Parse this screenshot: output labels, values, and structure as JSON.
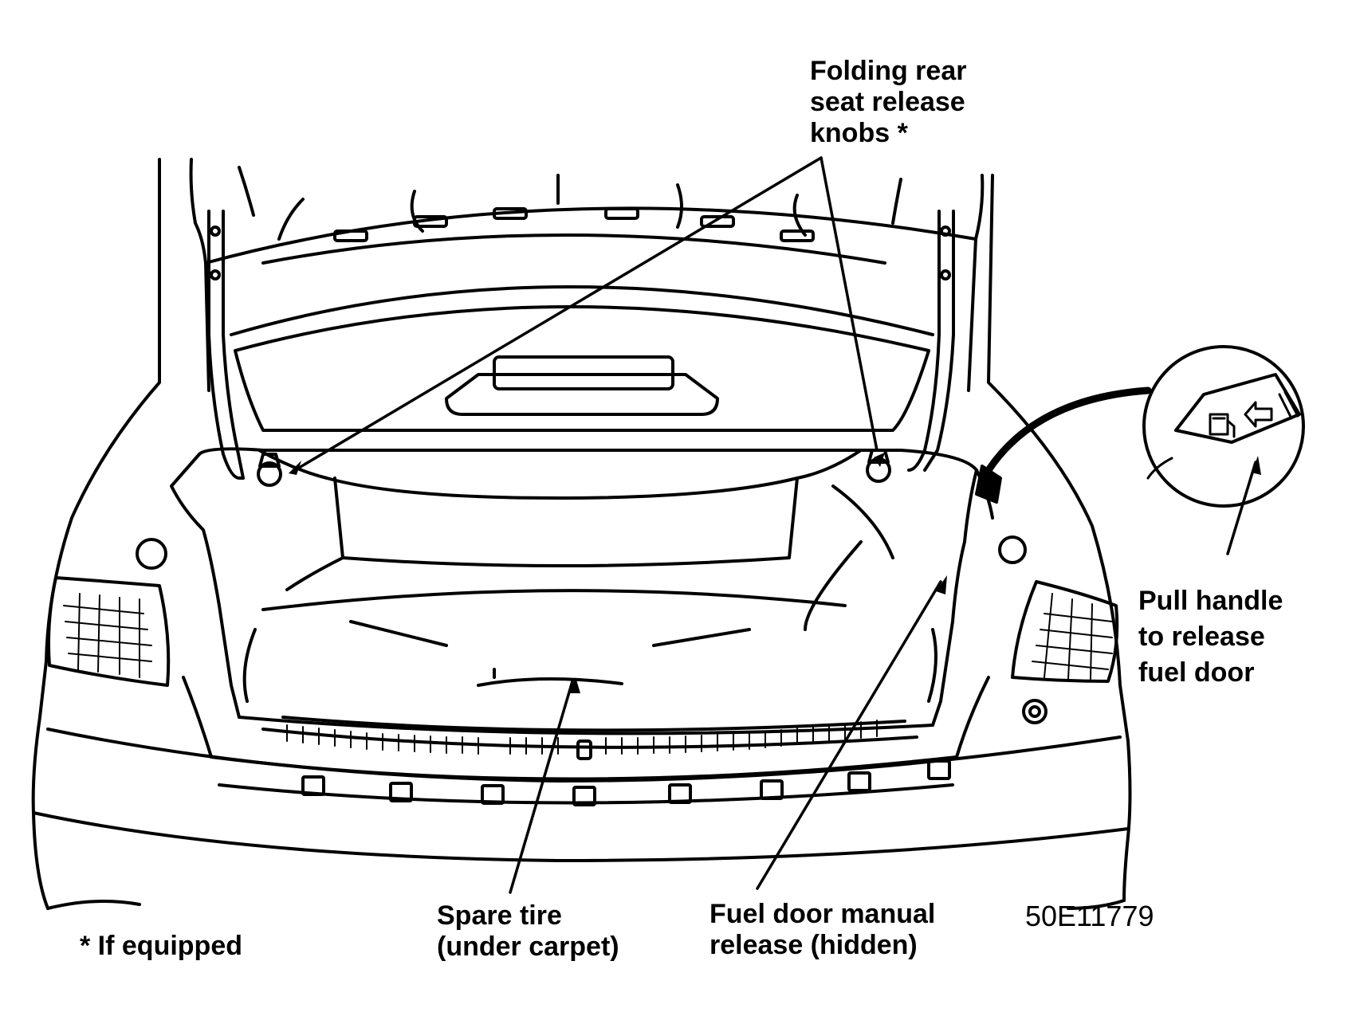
{
  "labels": {
    "folding_seat": [
      "Folding rear",
      "seat release",
      "knobs *"
    ],
    "pull_handle": [
      "Pull handle",
      "to release",
      "fuel door"
    ],
    "spare_tire": [
      "Spare tire",
      "(under carpet)"
    ],
    "fuel_manual": [
      "Fuel door manual",
      "release (hidden)"
    ],
    "figure_code": "50E11779",
    "footnote": "* If equipped"
  },
  "icons": {
    "inset_label": "fuel-pump-arrow-icon"
  },
  "colors": {
    "ink": "#000000",
    "paper": "#ffffff"
  }
}
